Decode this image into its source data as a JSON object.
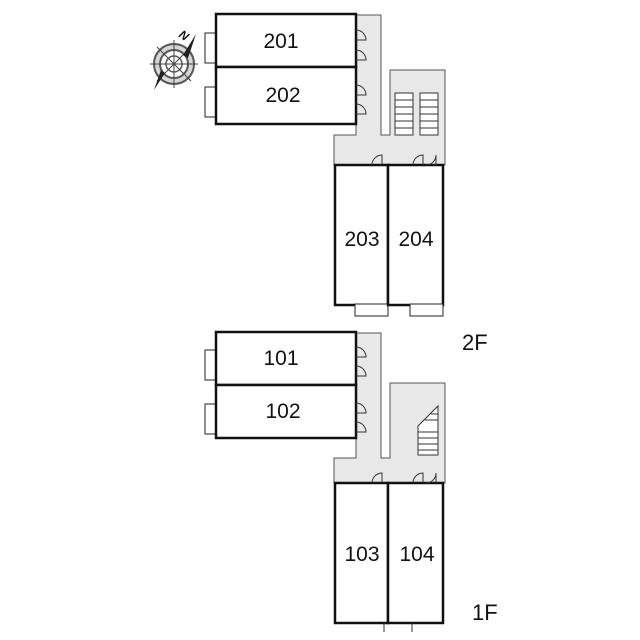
{
  "compass": {
    "label": "N",
    "icon": "compass-rose-icon"
  },
  "floors": [
    {
      "id": "2F",
      "label": "2F",
      "rooms": [
        "201",
        "202",
        "203",
        "204"
      ]
    },
    {
      "id": "1F",
      "label": "1F",
      "rooms": [
        "101",
        "102",
        "103",
        "104"
      ]
    }
  ],
  "colors": {
    "corridor": "#e8e8e8",
    "wall": "#111111",
    "background": "#ffffff"
  }
}
